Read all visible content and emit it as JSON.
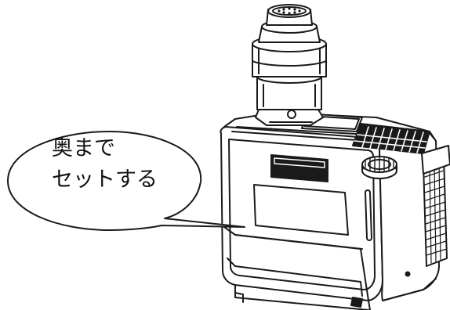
{
  "callout": {
    "line1": "奥まで",
    "line2": "セットする"
  },
  "colors": {
    "line": "#1a1a1a",
    "background": "#ffffff",
    "dark_fill": "#1a1a1a"
  },
  "icons": [
    "speech-bubble",
    "device-illustration",
    "nozzle-attachment",
    "knob",
    "vent-grille"
  ]
}
